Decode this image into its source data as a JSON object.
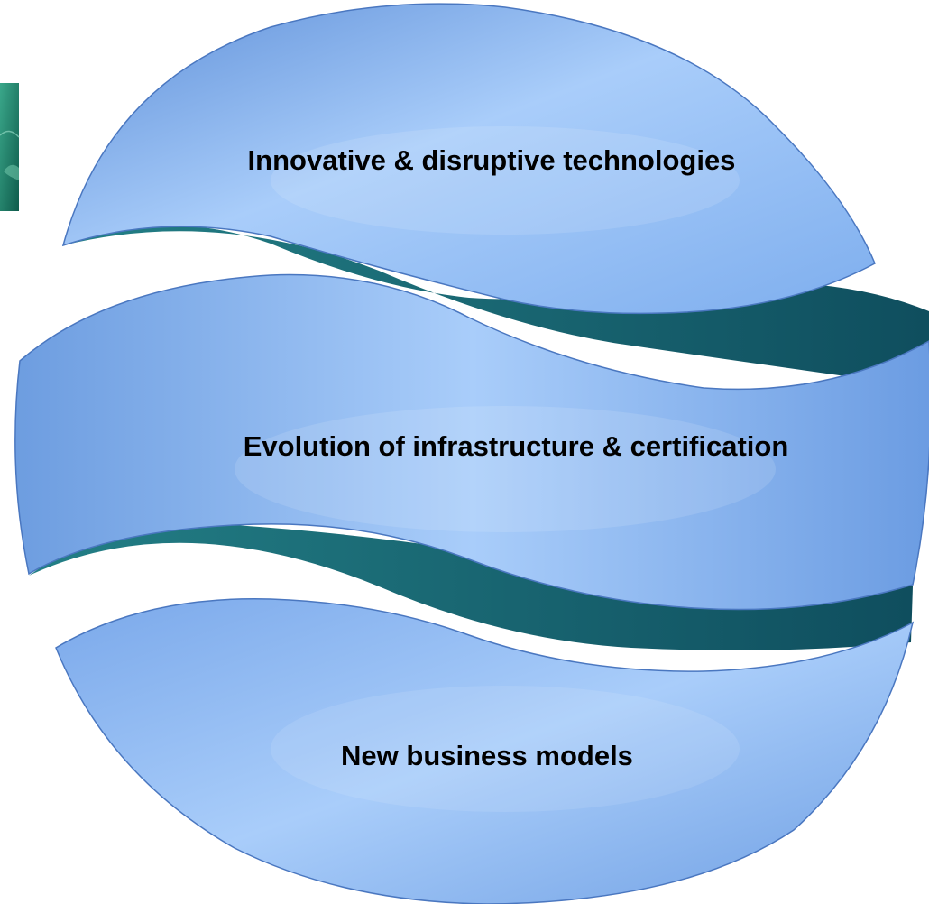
{
  "bands": [
    {
      "label": "Innovative & disruptive technologies"
    },
    {
      "label": "Evolution of infrastructure & certification"
    },
    {
      "label": "New business models"
    }
  ],
  "thumbnail": {
    "icon": "landscape-thumbnail-icon"
  },
  "colors": {
    "band_light": "#a9cdfa",
    "band_mid": "#8ab8f1",
    "band_dark": "#5e8fd8",
    "band_edge": "#4a77c0",
    "ribbon_light": "#237f86",
    "ribbon_dark": "#0f4e5e",
    "thumb_light": "#3aa78a",
    "thumb_dark": "#0f5c4c",
    "text": "#000000"
  }
}
